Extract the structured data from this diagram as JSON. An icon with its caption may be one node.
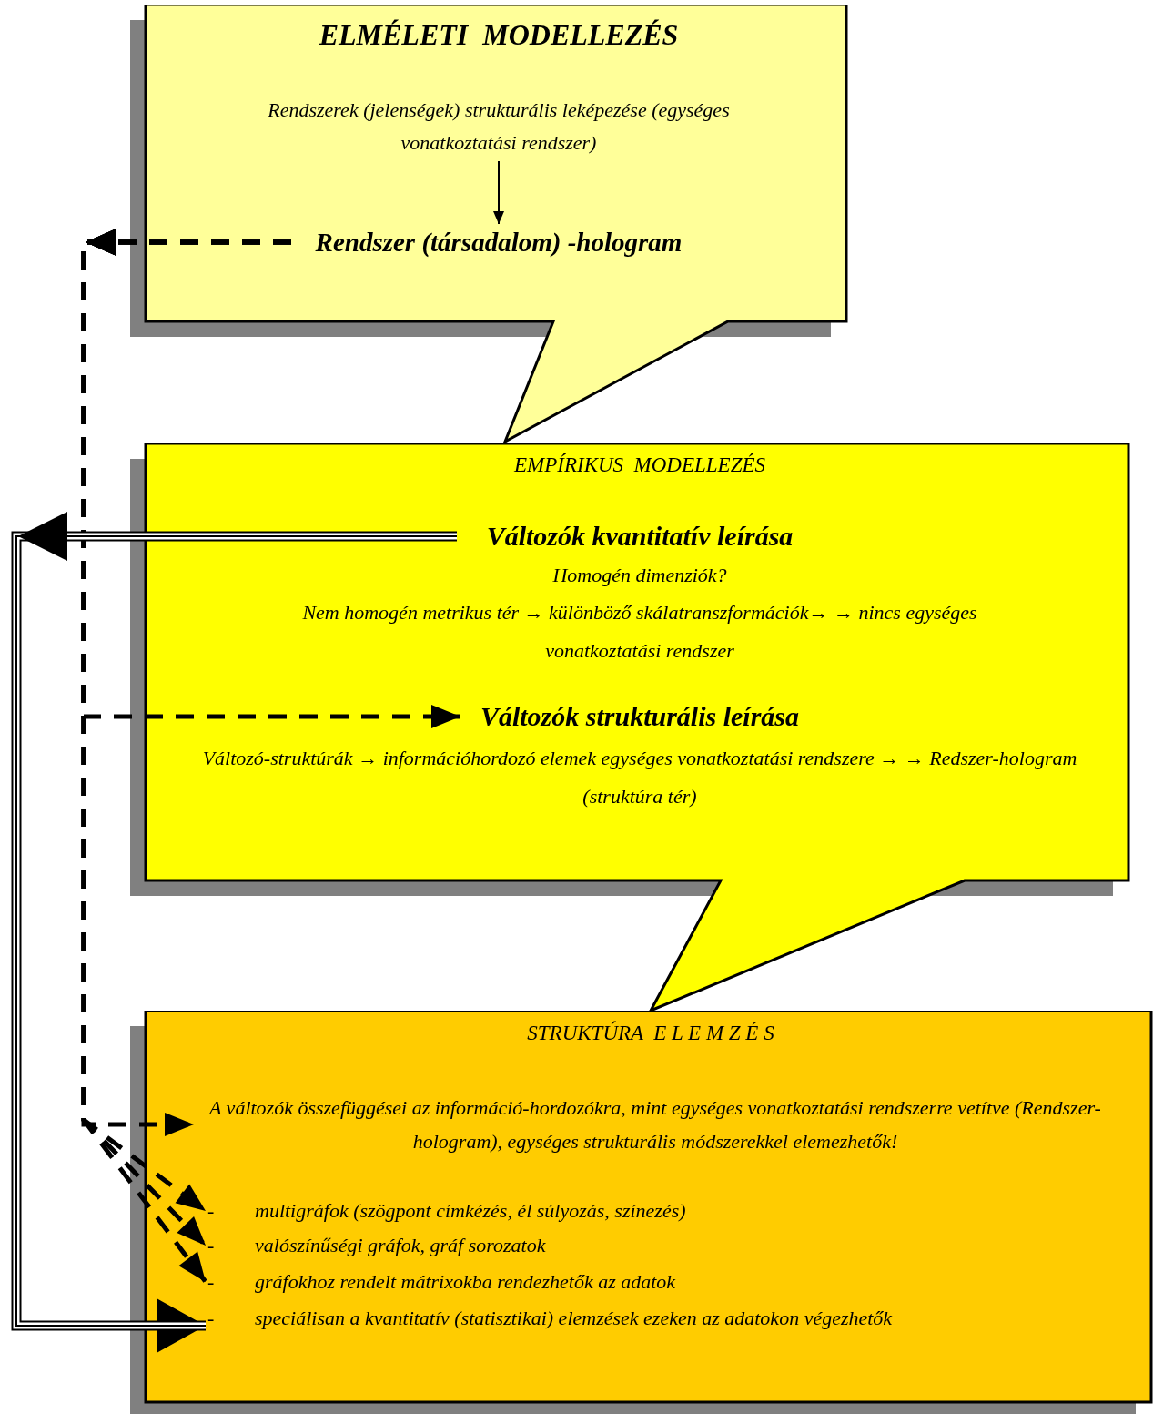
{
  "diagram": {
    "nodes": [
      {
        "text": [
          "ELMÉLETI  MODELLEZÉS"
        ]
      },
      {
        "text": [
          "Rendszerek (jelenségek) strukturális leképezése (egységes vonatkoztatási rendszer)"
        ],
        "in": 0
      },
      {
        "text": [
          "Rendszer (társadalom) -hologram"
        ],
        "in": 0
      },
      {
        "text": [
          "EMPÍRIKUS  MODELLEZÉS"
        ]
      },
      {
        "text": [
          "Változók kvantitatív leírása"
        ],
        "in": 3
      },
      {
        "text": [
          "Változók strukturális leírása"
        ],
        "in": 3
      },
      {
        "text": [
          "STRUKTÚRA  E L E M Z É S"
        ]
      },
      {
        "text": [
          "A változók összefüggései az információ-hordozókra, mint egységes vonatkoztatási rendszerre vetítve (Rendszer-hologram), egységes strukturális módszerekkel elemezhetők!"
        ],
        "in": 6
      },
      {
        "text": [
          "-",
          "multigráfok (szögpont címkézés, él súlyozás, színezés)"
        ],
        "in": 6
      },
      {
        "text": [
          "-",
          "valószínűségi gráfok, gráf sorozatok"
        ],
        "in": 6
      },
      {
        "text": [
          "-",
          "gráfokhoz rendelt mátrixokba rendezhetők az adatok"
        ],
        "in": 6
      },
      {
        "text": [
          "-",
          "speciálisan a kvantitatív (statisztikai) elemzések ezeken az adatokon végezhetők"
        ],
        "in": 6
      }
    ],
    "edges": [
      {
        "from": 1,
        "to": 2,
        "arrow": "to"
      },
      {
        "from": 2,
        "to": 5,
        "arrow": "to",
        "style": "dashed"
      },
      {
        "from": 2,
        "to": 7,
        "arrow": "to",
        "style": "dashed"
      },
      {
        "from": 2,
        "to": 8,
        "arrow": "to",
        "style": "dashed"
      },
      {
        "from": 2,
        "to": 9,
        "arrow": "to",
        "style": "dashed"
      },
      {
        "from": 2,
        "to": 10,
        "arrow": "to",
        "style": "dashed"
      },
      {
        "from": 4,
        "to": 11,
        "arrow": "to",
        "style": "thick"
      }
    ],
    "labels": [
      "Homogén dimenziók?",
      "Nem homogén metrikus tér → különböző skálatranszformációk→ → nincs egységes vonatkoztatási rendszer",
      "Változó-struktúrák → információhordozó elemek egységes vonatkoztatási rendszere → → Redszer-hologram (struktúra tér)"
    ]
  }
}
